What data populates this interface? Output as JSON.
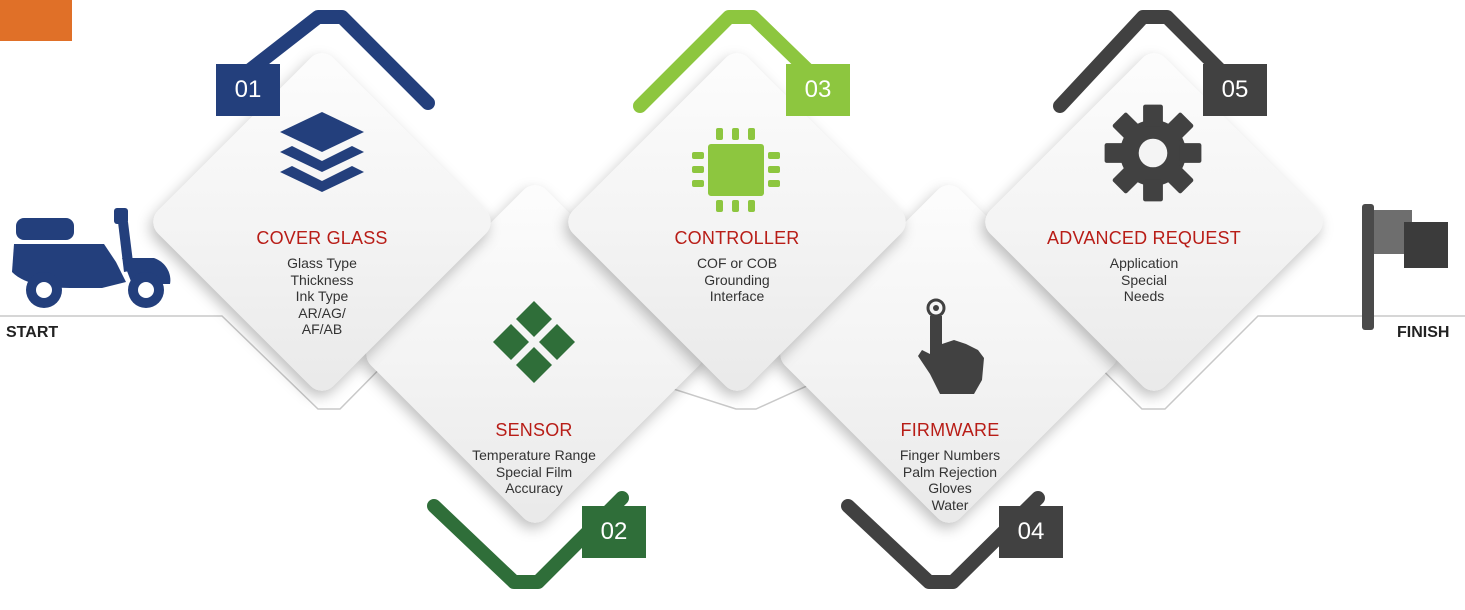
{
  "start_label": "START",
  "finish_label": "FINISH",
  "colors": {
    "navy": "#233f7c",
    "dark_green": "#2f6e39",
    "lime": "#8dc63f",
    "charcoal": "#414141",
    "title_red": "#b81d17",
    "orange_tab": "#e07028"
  },
  "steps": [
    {
      "number": "01",
      "title": "COVER GLASS",
      "lines": [
        "Glass Type",
        "Thickness",
        "Ink Type",
        "AR/AG/",
        "AF/AB"
      ],
      "icon": "layers-icon",
      "color": "#233f7c"
    },
    {
      "number": "02",
      "title": "SENSOR",
      "lines": [
        "Temperature Range",
        "Special Film",
        "Accuracy"
      ],
      "icon": "grid-diamond-icon",
      "color": "#2f6e39"
    },
    {
      "number": "03",
      "title": "CONTROLLER",
      "lines": [
        "COF or COB",
        "Grounding",
        "Interface"
      ],
      "icon": "chip-icon",
      "color": "#8dc63f"
    },
    {
      "number": "04",
      "title": "FIRMWARE",
      "lines": [
        "Finger Numbers",
        "Palm Rejection",
        "Gloves",
        "Water"
      ],
      "icon": "touch-hand-icon",
      "color": "#414141"
    },
    {
      "number": "05",
      "title": "ADVANCED REQUEST",
      "lines": [
        "Application",
        "Special",
        "Needs"
      ],
      "icon": "gear-icon",
      "color": "#414141"
    }
  ]
}
